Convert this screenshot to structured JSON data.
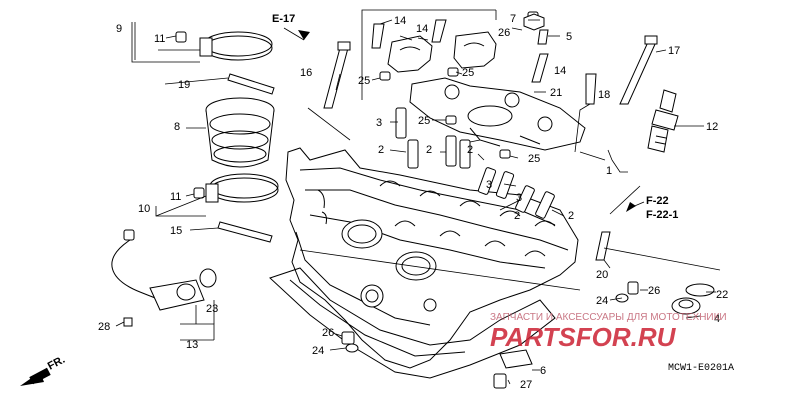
{
  "references": {
    "e17": "E-17",
    "f22": "F-22",
    "f221": "F-22-1",
    "fr": "FR."
  },
  "diagram_code": "MCW1-E0201A",
  "watermark": {
    "top_text": "ЗАПЧАСТИ И АКСЕССУАРЫ ДЛЯ МОТОТЕХНИКИ",
    "brand_main": "PARTS",
    "brand_mid": "FOR",
    "brand_tail": ".RU",
    "colors": {
      "text": "#cc2233",
      "top_text": "#c06070"
    }
  },
  "callouts": [
    {
      "id": "c1",
      "num": "1"
    },
    {
      "id": "c2a",
      "num": "2"
    },
    {
      "id": "c2b",
      "num": "2"
    },
    {
      "id": "c2c",
      "num": "2"
    },
    {
      "id": "c2d",
      "num": "2"
    },
    {
      "id": "c2e",
      "num": "2"
    },
    {
      "id": "c3a",
      "num": "3"
    },
    {
      "id": "c3b",
      "num": "3"
    },
    {
      "id": "c3c",
      "num": "3"
    },
    {
      "id": "c4",
      "num": "4"
    },
    {
      "id": "c5",
      "num": "5"
    },
    {
      "id": "c6",
      "num": "6"
    },
    {
      "id": "c7",
      "num": "7"
    },
    {
      "id": "c8",
      "num": "8"
    },
    {
      "id": "c9",
      "num": "9"
    },
    {
      "id": "c10",
      "num": "10"
    },
    {
      "id": "c11a",
      "num": "11"
    },
    {
      "id": "c11b",
      "num": "11"
    },
    {
      "id": "c12",
      "num": "12"
    },
    {
      "id": "c13",
      "num": "13"
    },
    {
      "id": "c14a",
      "num": "14"
    },
    {
      "id": "c14b",
      "num": "14"
    },
    {
      "id": "c14c",
      "num": "14"
    },
    {
      "id": "c15",
      "num": "15"
    },
    {
      "id": "c16",
      "num": "16"
    },
    {
      "id": "c17",
      "num": "17"
    },
    {
      "id": "c18",
      "num": "18"
    },
    {
      "id": "c19",
      "num": "19"
    },
    {
      "id": "c20",
      "num": "20"
    },
    {
      "id": "c21",
      "num": "21"
    },
    {
      "id": "c22",
      "num": "22"
    },
    {
      "id": "c23",
      "num": "23"
    },
    {
      "id": "c24a",
      "num": "24"
    },
    {
      "id": "c24b",
      "num": "24"
    },
    {
      "id": "c25a",
      "num": "25"
    },
    {
      "id": "c25b",
      "num": "25"
    },
    {
      "id": "c25c",
      "num": "25"
    },
    {
      "id": "c25d",
      "num": "25"
    },
    {
      "id": "c26a",
      "num": "26"
    },
    {
      "id": "c26b",
      "num": "26"
    },
    {
      "id": "c26c",
      "num": "26"
    },
    {
      "id": "c27",
      "num": "27"
    },
    {
      "id": "c28",
      "num": "28"
    }
  ]
}
